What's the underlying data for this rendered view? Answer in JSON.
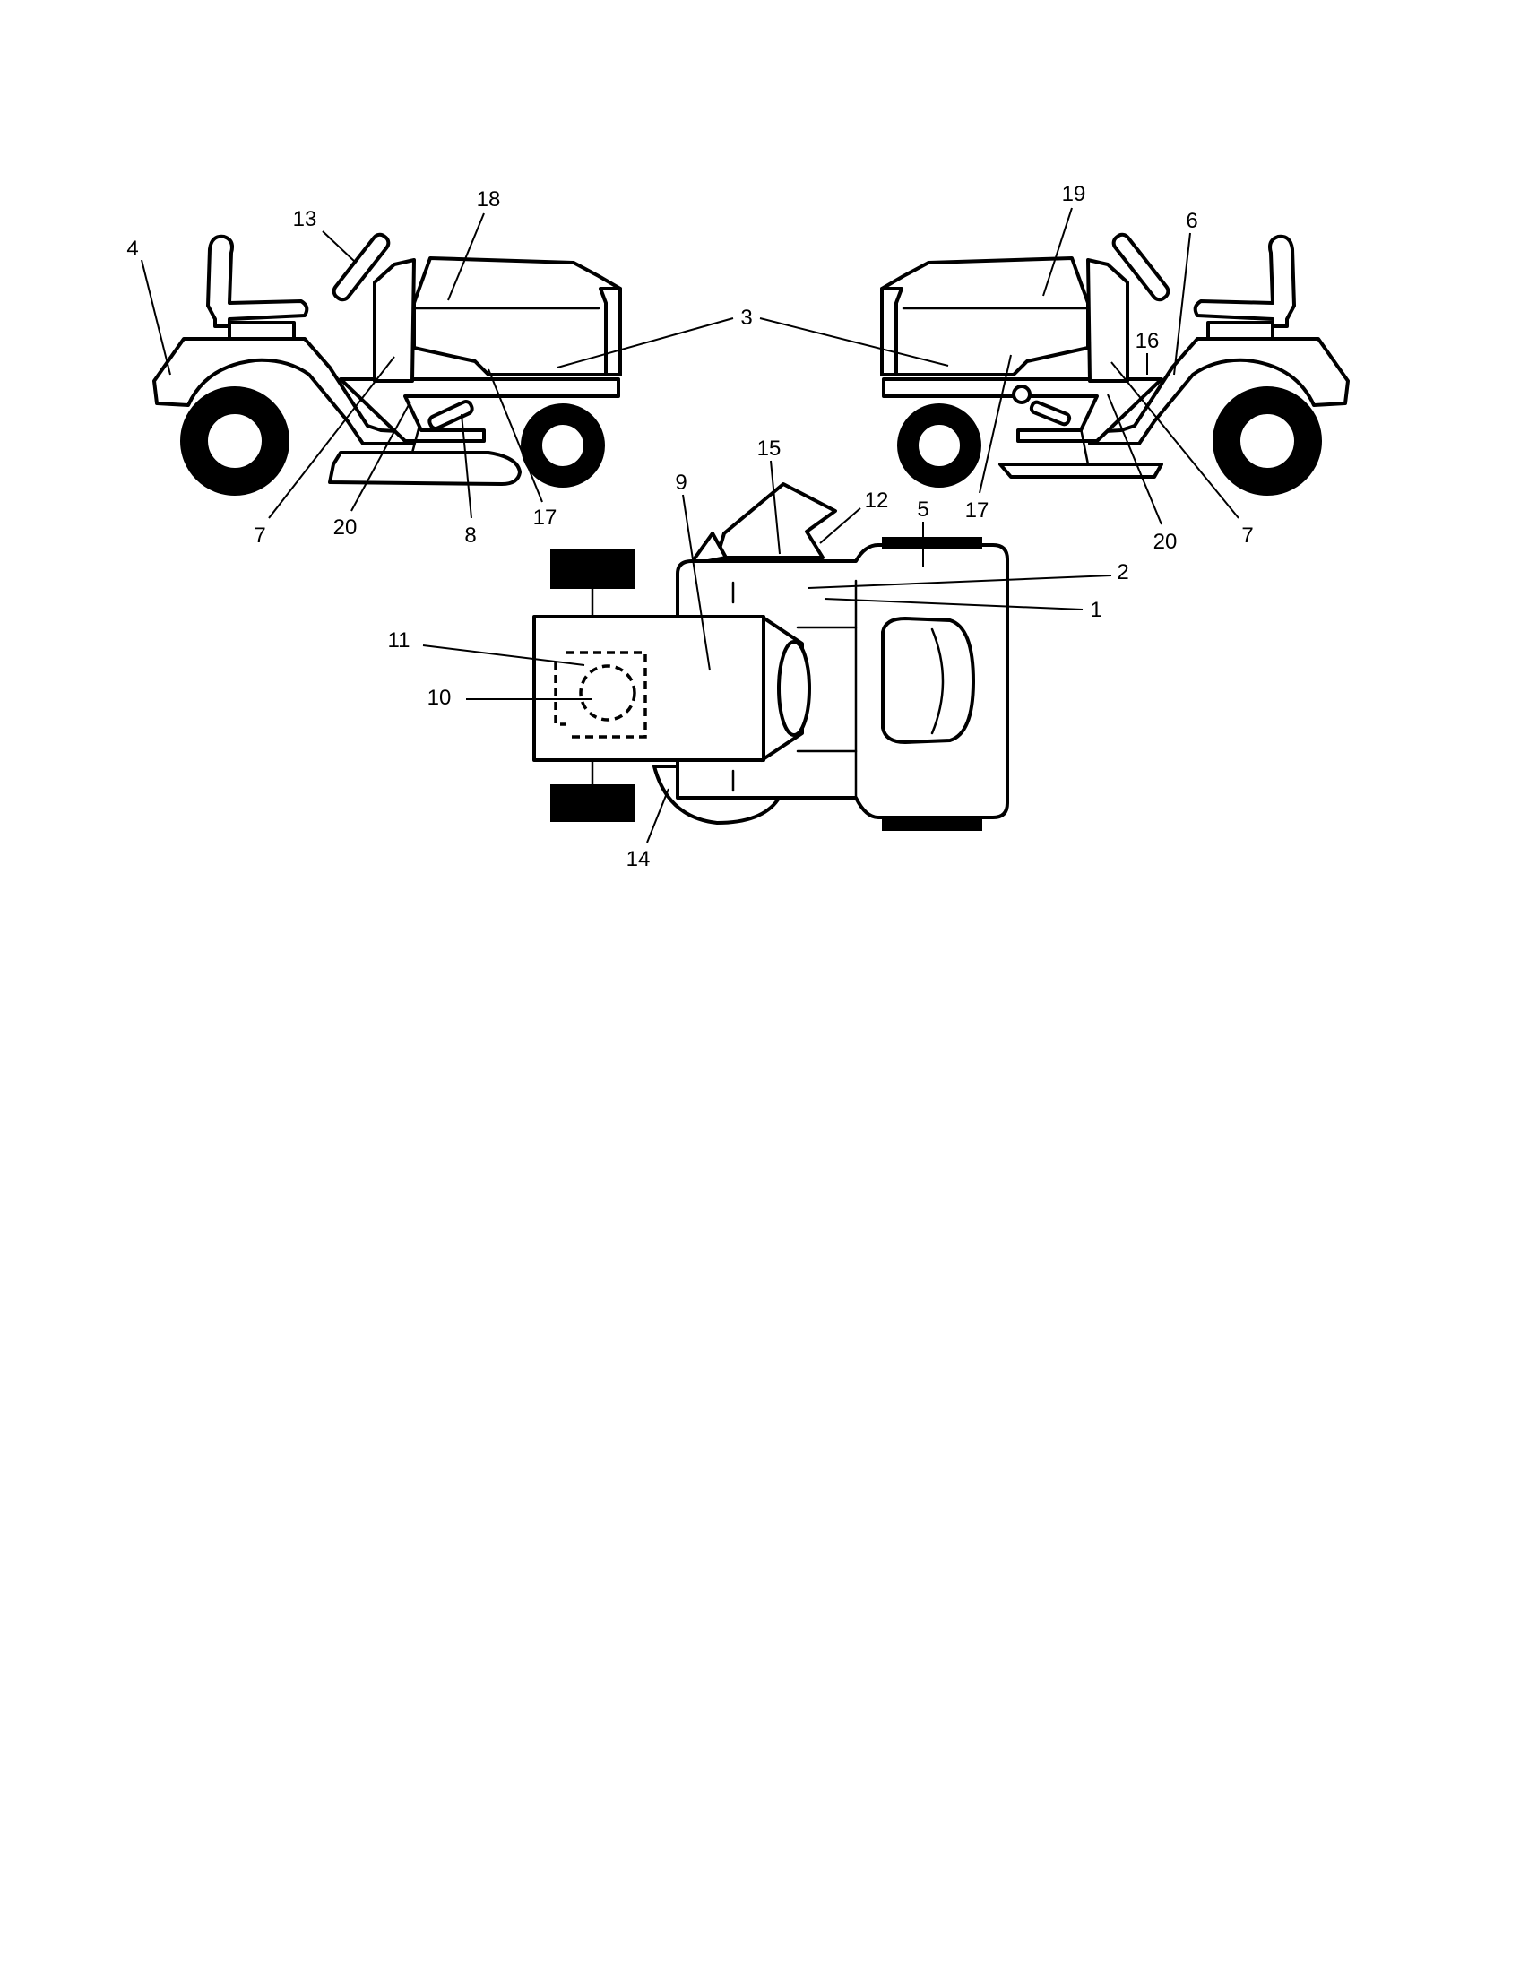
{
  "callouts": {
    "c1": "1",
    "c2": "2",
    "c3": "3",
    "c4": "4",
    "c5": "5",
    "c6": "6",
    "c7_left": "7",
    "c7_right": "7",
    "c8": "8",
    "c9": "9",
    "c10": "10",
    "c11": "11",
    "c12": "12",
    "c13": "13",
    "c14": "14",
    "c15": "15",
    "c16": "16",
    "c17_left": "17",
    "c17_right": "17",
    "c18": "18",
    "c19": "19",
    "c20_left": "20",
    "c20_right": "20"
  }
}
